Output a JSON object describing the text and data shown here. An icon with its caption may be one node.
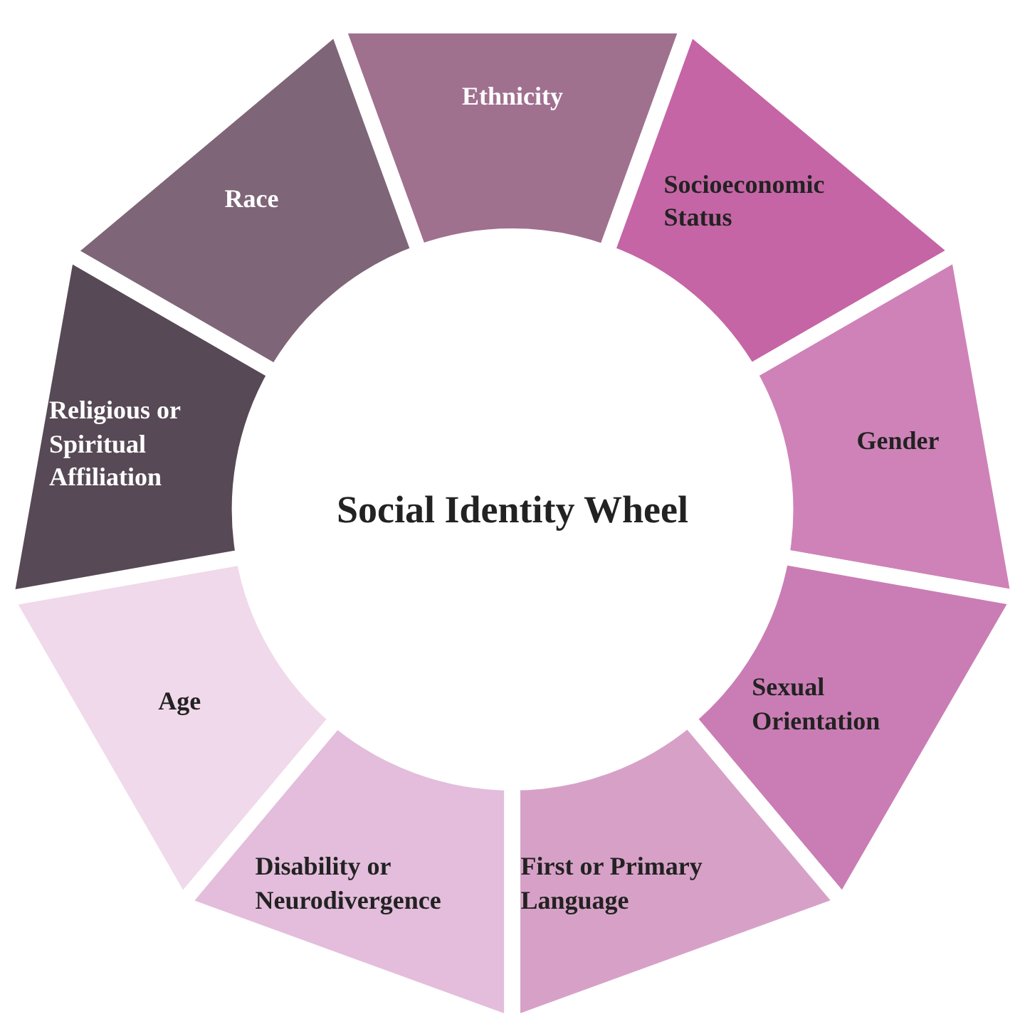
{
  "diagram": {
    "title": "Social Identity Wheel",
    "nodes": [
      {
        "text": [
          "Ethnicity"
        ]
      },
      {
        "text": [
          "Socioeconomic Status"
        ]
      },
      {
        "text": [
          "Gender"
        ]
      },
      {
        "text": [
          "Sexual Orientation"
        ]
      },
      {
        "text": [
          "First or Primary Language"
        ]
      },
      {
        "text": [
          "Disability or Neurodivergence"
        ]
      },
      {
        "text": [
          "Age"
        ]
      },
      {
        "text": [
          "Religious or Spiritual Affiliation"
        ]
      },
      {
        "text": [
          "Race"
        ]
      }
    ]
  }
}
